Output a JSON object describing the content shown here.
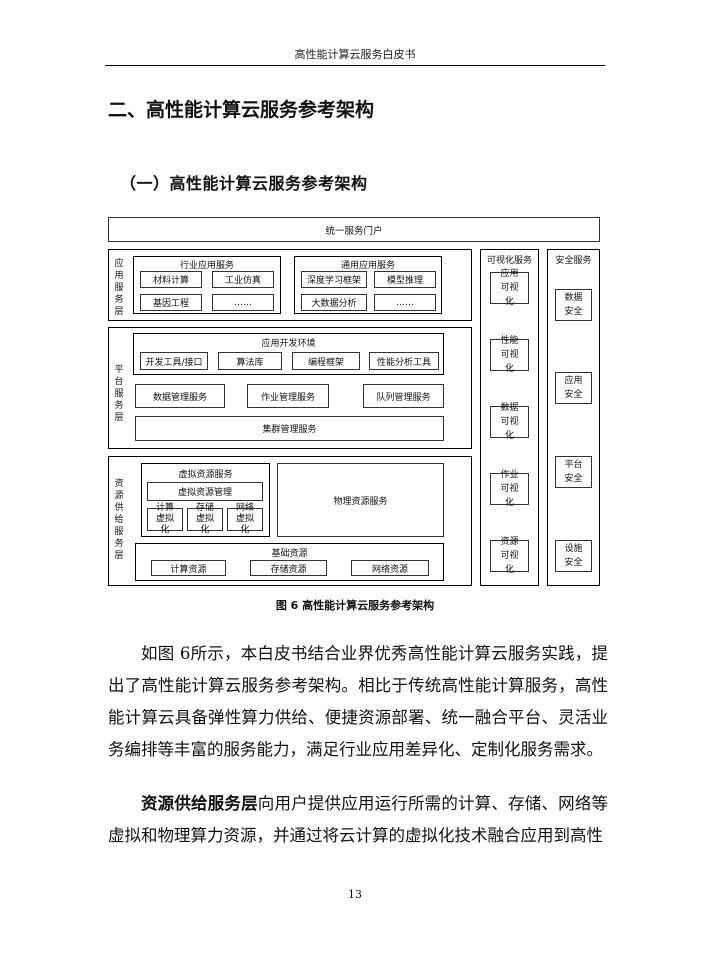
{
  "header": {
    "title": "高性能计算云服务白皮书"
  },
  "section_title": "二、高性能计算云服务参考架构",
  "subsection_title": "（一）高性能计算云服务参考架构",
  "diagram": {
    "portal": "统一服务门户",
    "app_layer": {
      "label": "应用服务层",
      "industry": {
        "title": "行业应用服务",
        "items": [
          "材料计算",
          "工业仿真",
          "基因工程",
          "……"
        ]
      },
      "general": {
        "title": "通用应用服务",
        "items": [
          "深度学习框架",
          "模型推理",
          "大数据分析",
          "……"
        ]
      }
    },
    "platform_layer": {
      "label": "平台服务层",
      "dev_env": {
        "title": "应用开发环境",
        "items": [
          "开发工具/接口",
          "算法库",
          "编程框架",
          "性能分析工具"
        ]
      },
      "services": [
        "数据管理服务",
        "作业管理服务",
        "队列管理服务"
      ],
      "cluster": "集群管理服务"
    },
    "resource_layer": {
      "label": "资源供给服务层",
      "virtual": {
        "title": "虚拟资源服务",
        "mgmt": "虚拟资源管理",
        "items": [
          "计算虚拟化",
          "存储虚拟化",
          "网络虚拟化"
        ]
      },
      "physical": "物理资源服务",
      "base": {
        "title": "基础资源",
        "items": [
          "计算资源",
          "存储资源",
          "网络资源"
        ]
      }
    },
    "visual": {
      "title": "可视化服务",
      "items": [
        "应用可视化",
        "性能可视化",
        "数据可视化",
        "作业可视化",
        "资源可视化"
      ]
    },
    "security": {
      "title": "安全服务",
      "items": [
        "数据安全",
        "应用安全",
        "平台安全",
        "设施安全"
      ]
    }
  },
  "caption": "图 6 高性能计算云服务参考架构",
  "paragraph1": "如图 6所示，本白皮书结合业界优秀高性能计算云服务实践，提出了高性能计算云服务参考架构。相比于传统高性能计算服务，高性能计算云具备弹性算力供给、便捷资源部署、统一融合平台、灵活业务编排等丰富的服务能力，满足行业应用差异化、定制化服务需求。",
  "paragraph2": {
    "bold": "资源供给服务层",
    "text": "向用户提供应用运行所需的计算、存储、网络等虚拟和物理算力资源，并通过将云计算的虚拟化技术融合应用到高性"
  },
  "page_number": "13"
}
